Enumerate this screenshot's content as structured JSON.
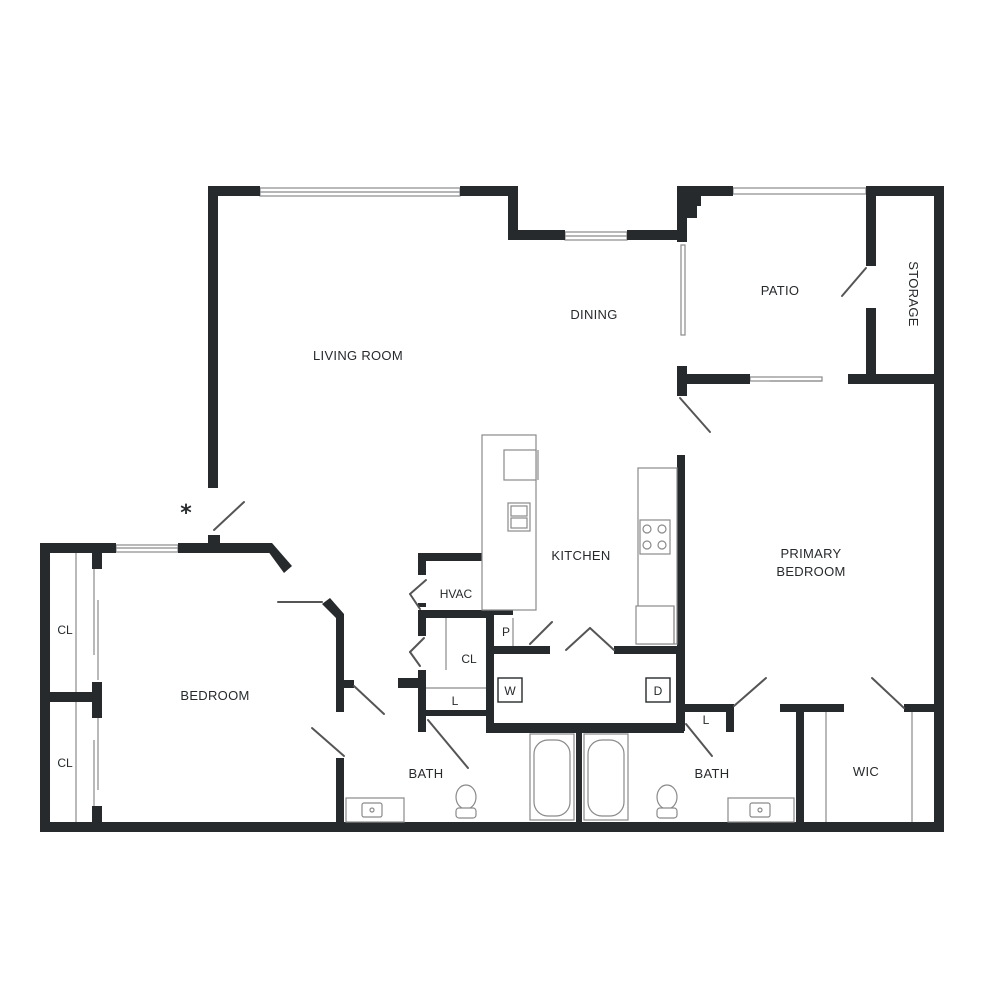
{
  "rooms": {
    "living_room": "LIVING ROOM",
    "dining": "DINING",
    "patio": "PATIO",
    "storage": "STORAGE",
    "kitchen": "KITCHEN",
    "primary_bedroom_line1": "PRIMARY",
    "primary_bedroom_line2": "BEDROOM",
    "bedroom": "BEDROOM",
    "bath_secondary": "BATH",
    "bath_primary": "BATH",
    "wic": "WIC",
    "hvac": "HVAC",
    "closet_bedroom_top": "CL",
    "closet_bedroom_bottom": "CL",
    "closet_hall": "CL",
    "pantry": "P",
    "linen_hall": "L",
    "linen_primary": "L",
    "washer": "W",
    "dryer": "D"
  },
  "marker": "*",
  "colors": {
    "wall": "#262a2c",
    "background": "#ffffff",
    "fixture_line": "#8a8a8a"
  }
}
